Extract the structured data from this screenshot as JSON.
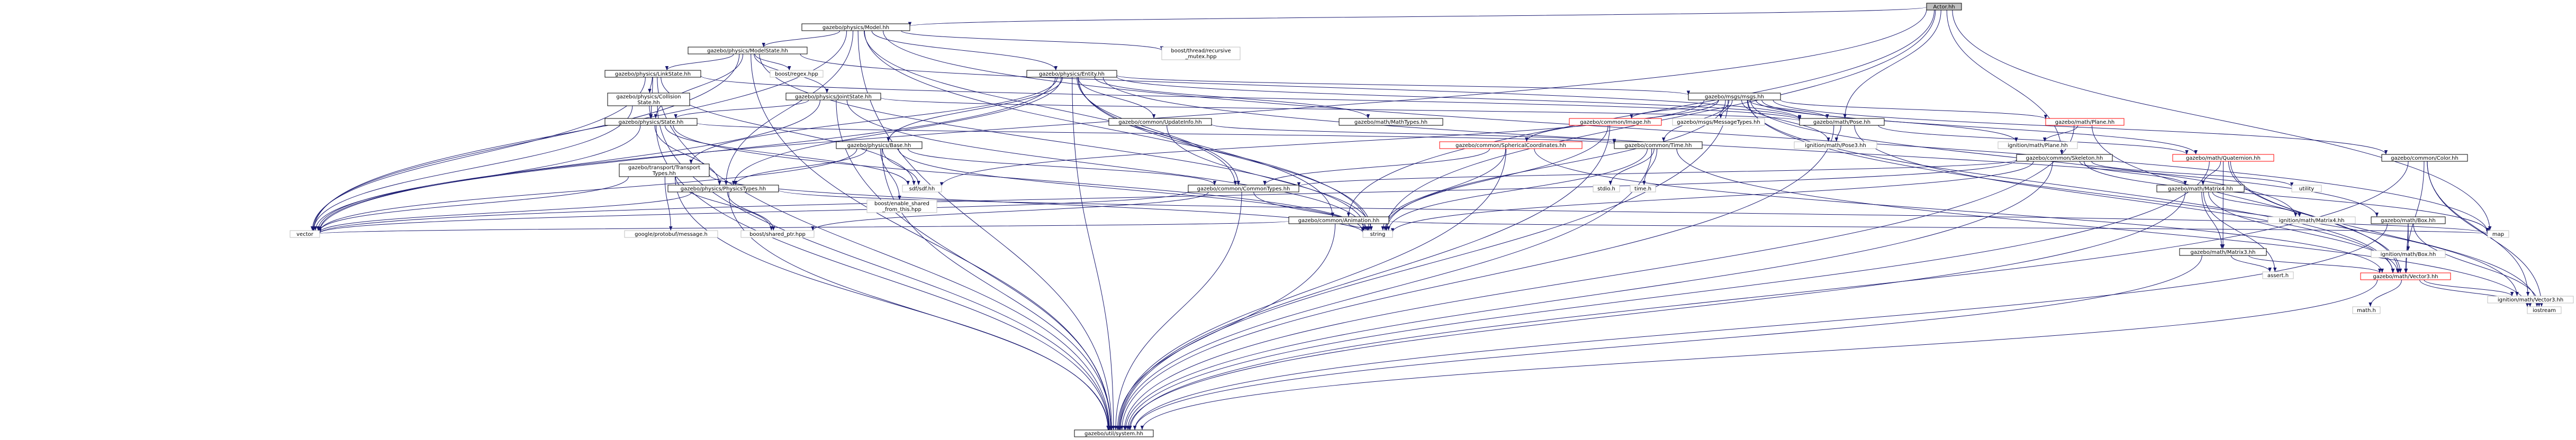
{
  "title": "Actor.hh",
  "nodes": [
    {
      "id": "actor",
      "label": "Actor.hh",
      "style": "root"
    },
    {
      "id": "model",
      "label": "gazebo/physics/Model.hh",
      "style": "plain"
    },
    {
      "id": "modelstate",
      "label": "gazebo/physics/ModelState.hh",
      "style": "plain"
    },
    {
      "id": "boost_rec",
      "label": "boost/thread/recursive_mutex.hpp",
      "lines": [
        "boost/thread/recursive",
        "_mutex.hpp"
      ],
      "style": "grey"
    },
    {
      "id": "linkstate",
      "label": "gazebo/physics/LinkState.hh",
      "style": "plain"
    },
    {
      "id": "boost_regex",
      "label": "boost/regex.hpp",
      "style": "grey"
    },
    {
      "id": "entity",
      "label": "gazebo/physics/Entity.hh",
      "style": "plain"
    },
    {
      "id": "collstate",
      "label": "gazebo/physics/Collision State.hh",
      "lines": [
        "gazebo/physics/Collision",
        "State.hh"
      ],
      "style": "plain"
    },
    {
      "id": "jointstate",
      "label": "gazebo/physics/JointState.hh",
      "style": "plain"
    },
    {
      "id": "msgs",
      "label": "gazebo/msgs/msgs.hh",
      "style": "plain"
    },
    {
      "id": "state",
      "label": "gazebo/physics/State.hh",
      "style": "plain"
    },
    {
      "id": "updateinfo",
      "label": "gazebo/common/UpdateInfo.hh",
      "style": "plain"
    },
    {
      "id": "mathtypes",
      "label": "gazebo/math/MathTypes.hh",
      "style": "plain"
    },
    {
      "id": "image",
      "label": "gazebo/common/Image.hh",
      "style": "red"
    },
    {
      "id": "msgtypes",
      "label": "gazebo/msgs/MessageTypes.hh",
      "style": "grey"
    },
    {
      "id": "pose",
      "label": "gazebo/math/Pose.hh",
      "style": "plain"
    },
    {
      "id": "plane",
      "label": "gazebo/math/Plane.hh",
      "style": "red"
    },
    {
      "id": "ign_pose",
      "label": "ignition/math/Pose3.hh",
      "style": "grey"
    },
    {
      "id": "ign_plane",
      "label": "ignition/math/Plane.hh",
      "style": "grey"
    },
    {
      "id": "base",
      "label": "gazebo/physics/Base.hh",
      "style": "plain"
    },
    {
      "id": "spherical",
      "label": "gazebo/common/SphericalCoordinates.hh",
      "style": "red"
    },
    {
      "id": "time",
      "label": "gazebo/common/Time.hh",
      "style": "plain"
    },
    {
      "id": "skeleton",
      "label": "gazebo/common/Skeleton.hh",
      "style": "plain"
    },
    {
      "id": "quaternion",
      "label": "gazebo/math/Quaternion.hh",
      "style": "red"
    },
    {
      "id": "color",
      "label": "gazebo/common/Color.hh",
      "style": "plain"
    },
    {
      "id": "transport",
      "label": "gazebo/transport/Transport Types.hh",
      "lines": [
        "gazebo/transport/Transport",
        "Types.hh"
      ],
      "style": "plain"
    },
    {
      "id": "physicstypes",
      "label": "gazebo/physics/PhysicsTypes.hh",
      "style": "plain"
    },
    {
      "id": "sdf",
      "label": "sdf/sdf.hh",
      "style": "grey"
    },
    {
      "id": "enable_shared",
      "label": "boost/enable_shared_from_this.hpp",
      "lines": [
        "boost/enable_shared",
        "_from_this.hpp"
      ],
      "style": "grey"
    },
    {
      "id": "commontypes",
      "label": "gazebo/common/CommonTypes.hh",
      "style": "plain"
    },
    {
      "id": "stdio",
      "label": "stdio.h",
      "style": "grey"
    },
    {
      "id": "timeh",
      "label": "time.h",
      "style": "grey"
    },
    {
      "id": "animation",
      "label": "gazebo/common/Animation.hh",
      "style": "plain"
    },
    {
      "id": "matrix4",
      "label": "gazebo/math/Matrix4.hh",
      "style": "plain"
    },
    {
      "id": "utility",
      "label": "utility",
      "style": "grey"
    },
    {
      "id": "ign_matrix4",
      "label": "ignition/math/Matrix4.hh",
      "style": "grey"
    },
    {
      "id": "box",
      "label": "gazebo/math/Box.hh",
      "style": "plain"
    },
    {
      "id": "protobuf",
      "label": "google/protobuf/message.h",
      "style": "grey"
    },
    {
      "id": "shared_ptr",
      "label": "boost/shared_ptr.hpp",
      "style": "grey"
    },
    {
      "id": "vector",
      "label": "vector",
      "style": "grey"
    },
    {
      "id": "string",
      "label": "string",
      "style": "grey"
    },
    {
      "id": "map",
      "label": "map",
      "style": "grey"
    },
    {
      "id": "matrix3",
      "label": "gazebo/math/Matrix3.hh",
      "style": "plain"
    },
    {
      "id": "asserth",
      "label": "assert.h",
      "style": "grey"
    },
    {
      "id": "ign_box",
      "label": "ignition/math/Box.hh",
      "style": "grey"
    },
    {
      "id": "vector3",
      "label": "gazebo/math/Vector3.hh",
      "style": "red"
    },
    {
      "id": "system",
      "label": "gazebo/util/system.hh",
      "style": "plain"
    },
    {
      "id": "mathh",
      "label": "math.h",
      "style": "grey"
    },
    {
      "id": "iostream",
      "label": "iostream",
      "style": "grey"
    },
    {
      "id": "ign_vector3",
      "label": "ignition/math/Vector3.hh",
      "style": "grey"
    }
  ],
  "edges": [
    [
      "actor",
      "model"
    ],
    [
      "actor",
      "string"
    ],
    [
      "actor",
      "map"
    ],
    [
      "actor",
      "vector"
    ],
    [
      "actor",
      "animation"
    ],
    [
      "actor",
      "skeleton"
    ],
    [
      "actor",
      "pose"
    ],
    [
      "model",
      "modelstate"
    ],
    [
      "model",
      "boost_rec"
    ],
    [
      "model",
      "entity"
    ],
    [
      "model",
      "physicstypes"
    ],
    [
      "model",
      "commontypes"
    ],
    [
      "model",
      "vector"
    ],
    [
      "model",
      "string"
    ],
    [
      "model",
      "map"
    ],
    [
      "model",
      "system"
    ],
    [
      "modelstate",
      "linkstate"
    ],
    [
      "modelstate",
      "boost_regex"
    ],
    [
      "modelstate",
      "jointstate"
    ],
    [
      "modelstate",
      "state"
    ],
    [
      "modelstate",
      "pose"
    ],
    [
      "modelstate",
      "vector"
    ],
    [
      "modelstate",
      "string"
    ],
    [
      "modelstate",
      "system"
    ],
    [
      "linkstate",
      "collstate"
    ],
    [
      "linkstate",
      "state"
    ],
    [
      "linkstate",
      "pose"
    ],
    [
      "linkstate",
      "sdf"
    ],
    [
      "linkstate",
      "vector"
    ],
    [
      "linkstate",
      "system"
    ],
    [
      "collstate",
      "state"
    ],
    [
      "collstate",
      "vector"
    ],
    [
      "collstate",
      "system"
    ],
    [
      "jointstate",
      "state"
    ],
    [
      "jointstate",
      "pose"
    ],
    [
      "jointstate",
      "vector"
    ],
    [
      "jointstate",
      "string"
    ],
    [
      "jointstate",
      "system"
    ],
    [
      "entity",
      "msgs"
    ],
    [
      "entity",
      "transport"
    ],
    [
      "entity",
      "updateinfo"
    ],
    [
      "entity",
      "animation"
    ],
    [
      "entity",
      "commontypes"
    ],
    [
      "entity",
      "mathtypes"
    ],
    [
      "entity",
      "box"
    ],
    [
      "entity",
      "pose"
    ],
    [
      "entity",
      "base"
    ],
    [
      "entity",
      "string"
    ],
    [
      "entity",
      "vector"
    ],
    [
      "entity",
      "physicstypes"
    ],
    [
      "entity",
      "system"
    ],
    [
      "msgs",
      "msgtypes"
    ],
    [
      "msgs",
      "image"
    ],
    [
      "msgs",
      "spherical"
    ],
    [
      "msgs",
      "time"
    ],
    [
      "msgs",
      "color"
    ],
    [
      "msgs",
      "plane"
    ],
    [
      "msgs",
      "pose"
    ],
    [
      "msgs",
      "quaternion"
    ],
    [
      "msgs",
      "vector3"
    ],
    [
      "msgs",
      "sdf"
    ],
    [
      "msgs",
      "string"
    ],
    [
      "msgs",
      "ign_matrix4"
    ],
    [
      "msgs",
      "ign_pose"
    ],
    [
      "msgs",
      "ign_plane"
    ],
    [
      "msgs",
      "ign_vector3"
    ],
    [
      "msgs",
      "system"
    ],
    [
      "state",
      "physicstypes"
    ],
    [
      "state",
      "sdf"
    ],
    [
      "state",
      "time"
    ],
    [
      "state",
      "string"
    ],
    [
      "state",
      "vector"
    ],
    [
      "state",
      "system"
    ],
    [
      "updateinfo",
      "time"
    ],
    [
      "updateinfo",
      "string"
    ],
    [
      "image",
      "string"
    ],
    [
      "image",
      "system"
    ],
    [
      "pose",
      "quaternion"
    ],
    [
      "pose",
      "vector3"
    ],
    [
      "pose",
      "ign_pose"
    ],
    [
      "pose",
      "system"
    ],
    [
      "plane",
      "vector3"
    ],
    [
      "plane",
      "ign_plane"
    ],
    [
      "plane",
      "system"
    ],
    [
      "base",
      "sdf"
    ],
    [
      "base",
      "enable_shared"
    ],
    [
      "base",
      "commontypes"
    ],
    [
      "base",
      "physicstypes"
    ],
    [
      "base",
      "vector"
    ],
    [
      "base",
      "string"
    ],
    [
      "base",
      "system"
    ],
    [
      "spherical",
      "commontypes"
    ],
    [
      "spherical",
      "string"
    ],
    [
      "spherical",
      "vector3"
    ],
    [
      "spherical",
      "system"
    ],
    [
      "time",
      "stdio"
    ],
    [
      "time",
      "timeh"
    ],
    [
      "time",
      "string"
    ],
    [
      "time",
      "iostream"
    ],
    [
      "time",
      "system"
    ],
    [
      "skeleton",
      "matrix4"
    ],
    [
      "skeleton",
      "commontypes"
    ],
    [
      "skeleton",
      "utility"
    ],
    [
      "skeleton",
      "map"
    ],
    [
      "skeleton",
      "string"
    ],
    [
      "skeleton",
      "vector"
    ],
    [
      "skeleton",
      "system"
    ],
    [
      "quaternion",
      "matrix3"
    ],
    [
      "quaternion",
      "matrix4"
    ],
    [
      "quaternion",
      "vector3"
    ],
    [
      "quaternion",
      "iostream"
    ],
    [
      "quaternion",
      "system"
    ],
    [
      "color",
      "vector3"
    ],
    [
      "color",
      "iostream"
    ],
    [
      "color",
      "ign_vector3"
    ],
    [
      "color",
      "system"
    ],
    [
      "transport",
      "protobuf"
    ],
    [
      "transport",
      "shared_ptr"
    ],
    [
      "transport",
      "vector"
    ],
    [
      "transport",
      "string"
    ],
    [
      "transport",
      "system"
    ],
    [
      "physicstypes",
      "shared_ptr"
    ],
    [
      "physicstypes",
      "vector"
    ],
    [
      "physicstypes",
      "map"
    ],
    [
      "physicstypes",
      "system"
    ],
    [
      "commontypes",
      "vector"
    ],
    [
      "commontypes",
      "string"
    ],
    [
      "commontypes",
      "shared_ptr"
    ],
    [
      "commontypes",
      "system"
    ],
    [
      "animation",
      "map"
    ],
    [
      "animation",
      "string"
    ],
    [
      "animation",
      "vector"
    ],
    [
      "animation",
      "system"
    ],
    [
      "matrix4",
      "matrix3"
    ],
    [
      "matrix4",
      "vector3"
    ],
    [
      "matrix4",
      "asserth"
    ],
    [
      "matrix4",
      "ign_matrix4"
    ],
    [
      "matrix4",
      "system"
    ],
    [
      "box",
      "vector3"
    ],
    [
      "box",
      "ign_box"
    ],
    [
      "box",
      "iostream"
    ],
    [
      "box",
      "system"
    ],
    [
      "matrix3",
      "vector3"
    ],
    [
      "matrix3",
      "asserth"
    ],
    [
      "matrix3",
      "system"
    ],
    [
      "vector3",
      "mathh"
    ],
    [
      "vector3",
      "iostream"
    ],
    [
      "vector3",
      "ign_vector3"
    ],
    [
      "vector3",
      "system"
    ]
  ]
}
